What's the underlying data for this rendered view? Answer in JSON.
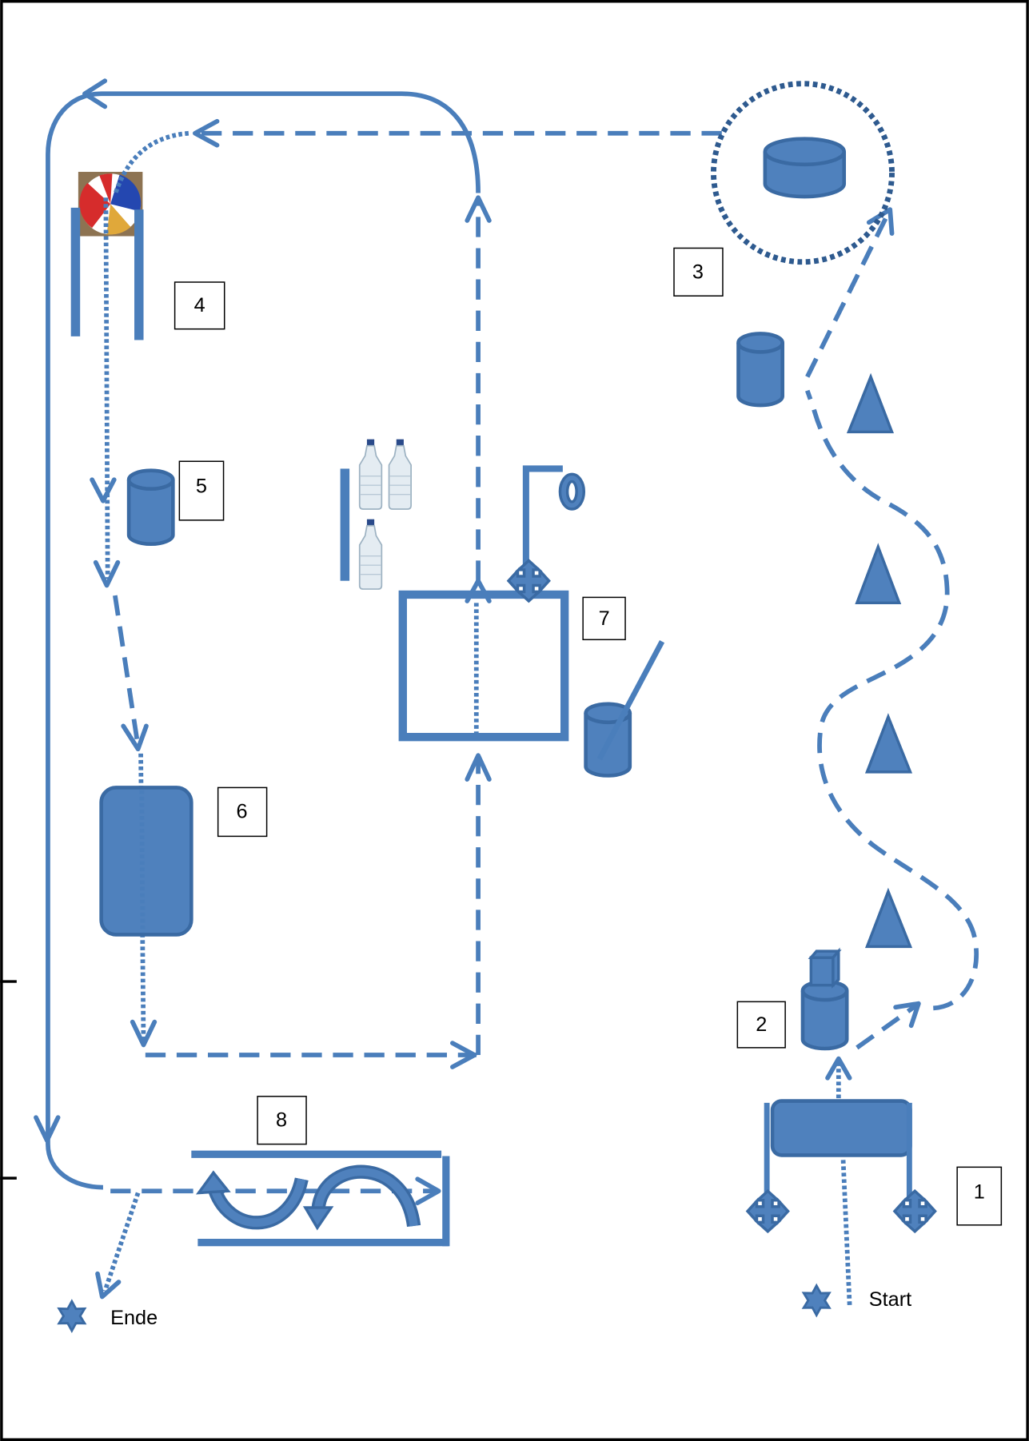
{
  "stations": [
    {
      "number": "1"
    },
    {
      "number": "2"
    },
    {
      "number": "3"
    },
    {
      "number": "4"
    },
    {
      "number": "5"
    },
    {
      "number": "6"
    },
    {
      "number": "7"
    },
    {
      "number": "8"
    }
  ],
  "start_label": "Start",
  "end_label": "Ende",
  "colors": {
    "fill": "#4f81bd",
    "edge": "#3a6aa3",
    "path": "#4a7ebb",
    "dark": "#2e5a8f",
    "frame": "#000000"
  },
  "icons": {
    "cone": "cone-icon",
    "cylinder": "cylinder-icon",
    "ball": "beach-ball-icon",
    "bottle": "water-bottle-icon",
    "hoop": "hoop-icon",
    "move": "move-cross-icon",
    "star": "star-icon",
    "roll": "roll-arrow-icon"
  }
}
